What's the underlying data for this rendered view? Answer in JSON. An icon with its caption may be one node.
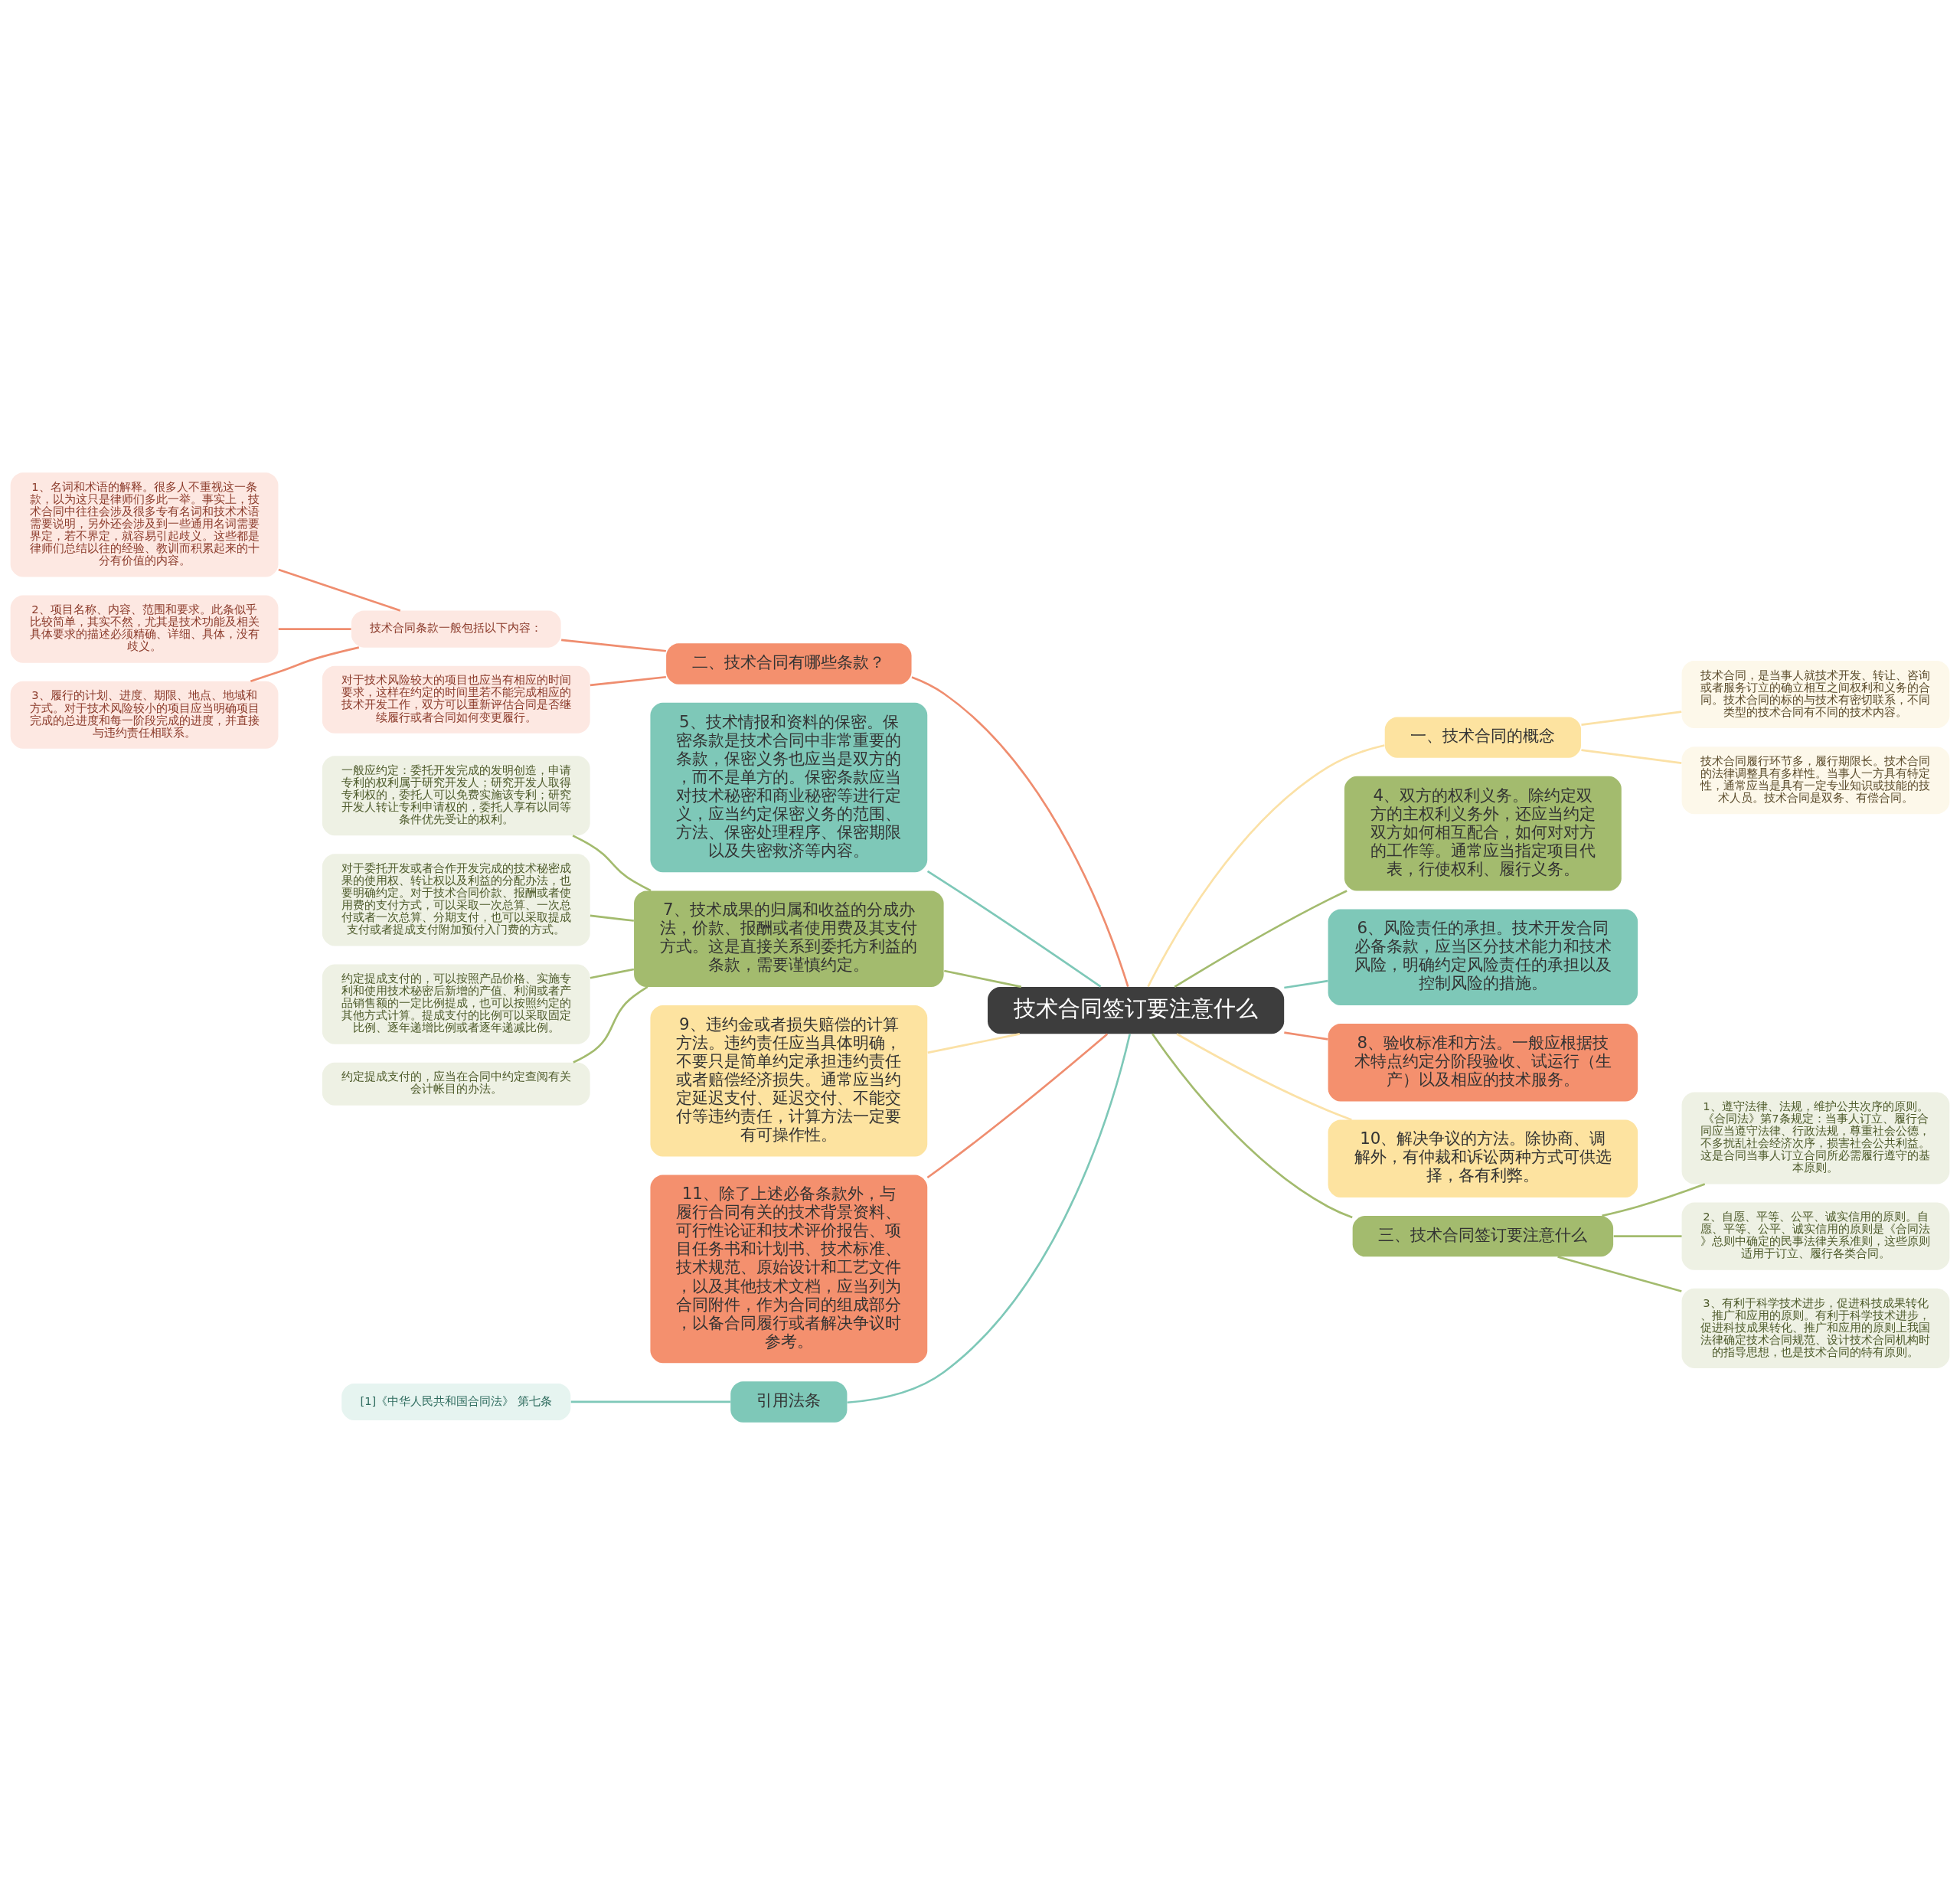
{
  "diagram": {
    "nodes": [
      {
        "text": [
          "技术合同签订要注意什么"
        ]
      },
      {
        "text": [
          "二、技术合同有哪些条款？"
        ]
      },
      {
        "text": [
          "技术合同条款一般包括以下内容："
        ]
      },
      {
        "text": [
          "1、名词和术语的解释。很多人不重视这一条款，以为这只是律师们多此一举。事实上，技术合同中往往会涉及很多专有名词和技术术语需要说明，另外还会涉及到一些通用名词需要界定，若不界定，就容易引起歧义。这些都是律师们总结以往的经验、教训而积累起来的十分有价值的内容。"
        ]
      },
      {
        "text": [
          "2、项目名称、内容、范围和要求。此条似乎比较简单，其实不然，尤其是技术功能及相关具体要求的描述必须精确、详细、具体，没有歧义。"
        ]
      },
      {
        "text": [
          "3、履行的计划、进度、期限、地点、地域和方式。对于技术风险较小的项目应当明确项目完成的总进度和每一阶段完成的进度，并直接与违约责任相联系。"
        ]
      },
      {
        "text": [
          "对于技术风险较大的项目也应当有相应的时间要求，这样在约定的时间里若不能完成相应的技术开发工作，双方可以重新评估合同是否继续履行或者合同如何变更履行。"
        ]
      },
      {
        "text": [
          "5、技术情报和资料的保密。保密条款是技术合同中非常重要的条款，保密义务也应当是双方的，而不是单方的。保密条款应当对技术秘密和商业秘密等进行定义，应当约定保密义务的范围、方法、保密处理程序、保密期限以及失密救济等内容。"
        ]
      },
      {
        "text": [
          "7、技术成果的归属和收益的分成办法，价款、报酬或者使用费及其支付方式。这是直接关系到委托方利益的条款，需要谨慎约定。"
        ]
      },
      {
        "text": [
          "一般应约定：委托开发完成的发明创造，申请专利的权利属于研究开发人；研究开发人取得专利权的，委托人可以免费实施该专利；研究开发人转让专利申请权的，委托人享有以同等条件优先受让的权利。"
        ]
      },
      {
        "text": [
          "对于委托开发或者合作开发完成的技术秘密成果的使用权、转让权以及利益的分配办法，也要明确约定。对于技术合同价款、报酬或者使用费的支付方式，可以采取一次总算、一次总付或者一次总算、分期支付，也可以采取提成支付或者提成支付附加预付入门费的方式。"
        ]
      },
      {
        "text": [
          "约定提成支付的，可以按照产品价格、实施专利和使用技术秘密后新增的产值、利润或者产品销售额的一定比例提成，也可以按照约定的其他方式计算。提成支付的比例可以采取固定比例、逐年递增比例或者逐年递减比例。"
        ]
      },
      {
        "text": [
          "约定提成支付的，应当在合同中约定查阅有关会计帐目的办法。"
        ]
      },
      {
        "text": [
          "9、违约金或者损失赔偿的计算方法。违约责任应当具体明确，不要只是简单约定承担违约责任或者赔偿经济损失。通常应当约定延迟支付、延迟交付、不能交付等违约责任，计算方法一定要有可操作性。"
        ]
      },
      {
        "text": [
          "11、除了上述必备条款外，与履行合同有关的技术背景资料、可行性论证和技术评价报告、项目任务书和计划书、技术标准、技术规范、原始设计和工艺文件，以及其他技术文档，应当列为合同附件，作为合同的组成部分，以备合同履行或者解决争议时参考。"
        ]
      },
      {
        "text": [
          "引用法条"
        ]
      },
      {
        "text": [
          "[1]《中华人民共和国合同法》 第七条"
        ]
      },
      {
        "text": [
          "一、技术合同的概念"
        ]
      },
      {
        "text": [
          "技术合同，是当事人就技术开发、转让、咨询或者服务订立的确立相互之间权利和义务的合同。技术合同的标的与技术有密切联系，不同类型的技术合同有不同的技术内容。"
        ]
      },
      {
        "text": [
          "技术合同履行环节多，履行期限长。技术合同的法律调整具有多样性。当事人一方具有特定性，通常应当是具有一定专业知识或技能的技术人员。技术合同是双务、有偿合同。"
        ]
      },
      {
        "text": [
          "4、双方的权利义务。除约定双方的主权利义务外，还应当约定双方如何相互配合，如何对对方的工作等。通常应当指定项目代表，行使权利、履行义务。"
        ]
      },
      {
        "text": [
          "6、风险责任的承担。技术开发合同必备条款，应当区分技术能力和技术风险，明确约定风险责任的承担以及控制风险的措施。"
        ]
      },
      {
        "text": [
          "8、验收标准和方法。一般应根据技术特点约定分阶段验收、试运行（生产）以及相应的技术服务。"
        ]
      },
      {
        "text": [
          "10、解决争议的方法。除协商、调解外，有仲裁和诉讼两种方式可供选择，各有利弊。"
        ]
      },
      {
        "text": [
          "三、技术合同签订要注意什么"
        ]
      },
      {
        "text": [
          "1、遵守法律、法规，维护公共次序的原则。《合同法》第7条规定：当事人订立、履行合同应当遵守法律、行政法规，尊重社会公德，不多扰乱社会经济次序，损害社会公共利益。这是合同当事人订立合同所必需履行遵守的基本原则。"
        ]
      },
      {
        "text": [
          "2、自愿、平等、公平、诚实信用的原则。自愿、平等、公平、诚实信用的原则是《合同法》总则中确定的民事法律关系准则，这些原则适用于订立、履行各类合同。"
        ]
      },
      {
        "text": [
          "3、有利于科学技术进步，促进科技成果转化、推广和应用的原则。有利于科学技术进步，促进科技成果转化、推广和应用的原则上我国法律确定技术合同规范、设计技术合同机构时的指导思想，也是技术合同的特有原则。"
        ]
      }
    ],
    "edges": [
      {
        "from": 0,
        "to": 1,
        "arrow": "none",
        "color": "#ef8d6f"
      },
      {
        "from": 1,
        "to": 2,
        "arrow": "none",
        "color": "#ef8d6f"
      },
      {
        "from": 2,
        "to": 3,
        "arrow": "none",
        "color": "#ef8d6f"
      },
      {
        "from": 2,
        "to": 4,
        "arrow": "none",
        "color": "#ef8d6f"
      },
      {
        "from": 2,
        "to": 5,
        "arrow": "none",
        "color": "#ef8d6f"
      },
      {
        "from": 1,
        "to": 6,
        "arrow": "none",
        "color": "#ef8d6f"
      },
      {
        "from": 0,
        "to": 7,
        "arrow": "none",
        "color": "#7ec8b8"
      },
      {
        "from": 0,
        "to": 8,
        "arrow": "none"
      },
      {
        "from": 8,
        "to": 9,
        "arrow": "none"
      },
      {
        "from": 8,
        "to": 10,
        "arrow": "none"
      },
      {
        "from": 8,
        "to": 11,
        "arrow": "none"
      },
      {
        "from": 8,
        "to": 12,
        "arrow": "none"
      },
      {
        "from": 0,
        "to": 13,
        "arrow": "none",
        "color": "#fbe1a6"
      },
      {
        "from": 0,
        "to": 14,
        "arrow": "none",
        "color": "#ef8d6f"
      },
      {
        "from": 0,
        "to": 15,
        "arrow": "none",
        "color": "#7ec8b8"
      },
      {
        "from": 15,
        "to": 16,
        "arrow": "none",
        "color": "#7ec8b8"
      },
      {
        "from": 0,
        "to": 17,
        "arrow": "none",
        "color": "#fbe1a6"
      },
      {
        "from": 17,
        "to": 18,
        "arrow": "none",
        "color": "#fbe1a6"
      },
      {
        "from": 17,
        "to": 19,
        "arrow": "none",
        "color": "#fbe1a6"
      },
      {
        "from": 0,
        "to": 20,
        "arrow": "none"
      },
      {
        "from": 0,
        "to": 21,
        "arrow": "none",
        "color": "#7ec8b8"
      },
      {
        "from": 0,
        "to": 22,
        "arrow": "none",
        "color": "#ef8d6f"
      },
      {
        "from": 0,
        "to": 23,
        "arrow": "none",
        "color": "#fbe1a6"
      },
      {
        "from": 0,
        "to": 24,
        "arrow": "none"
      },
      {
        "from": 24,
        "to": 25,
        "arrow": "none"
      },
      {
        "from": 24,
        "to": 26,
        "arrow": "none"
      },
      {
        "from": 24,
        "to": 27,
        "arrow": "none"
      }
    ]
  }
}
